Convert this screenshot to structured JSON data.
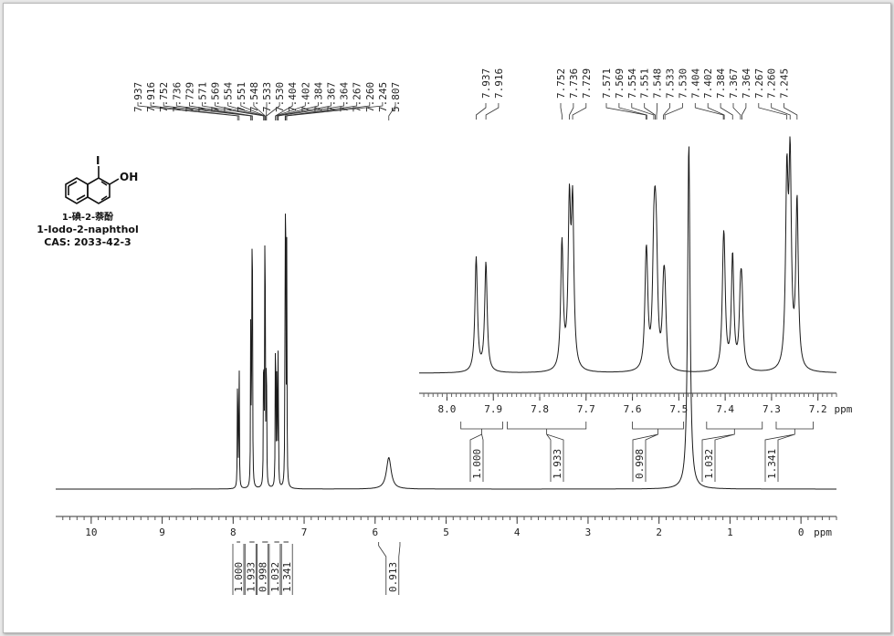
{
  "compound": {
    "name_cn": "1-碘-2-萘酚",
    "name_en": "1-Iodo-2-naphthol",
    "cas": "CAS: 2033-42-3",
    "atom_I": "I",
    "atom_OH": "OH"
  },
  "chart_data": [
    {
      "type": "line",
      "role": "main spectrum",
      "xlabel": "ppm",
      "xlim": [
        10.5,
        -0.5
      ],
      "xticks": [
        "10",
        "9",
        "8",
        "7",
        "6",
        "5",
        "4",
        "3",
        "2",
        "1",
        "0"
      ],
      "peak_labels_top": [
        "7.937",
        "7.916",
        "7.752",
        "7.736",
        "7.729",
        "7.571",
        "7.569",
        "7.554",
        "7.551",
        "7.548",
        "7.533",
        "7.530",
        "7.404",
        "7.402",
        "7.384",
        "7.367",
        "7.364",
        "7.267",
        "7.260",
        "7.245",
        "5.807"
      ],
      "peaks": [
        {
          "ppm": 7.937,
          "height": 0.45
        },
        {
          "ppm": 7.916,
          "height": 0.43
        },
        {
          "ppm": 7.752,
          "height": 0.5
        },
        {
          "ppm": 7.736,
          "height": 0.62
        },
        {
          "ppm": 7.729,
          "height": 0.62
        },
        {
          "ppm": 7.571,
          "height": 0.26
        },
        {
          "ppm": 7.569,
          "height": 0.26
        },
        {
          "ppm": 7.554,
          "height": 0.36
        },
        {
          "ppm": 7.551,
          "height": 0.36
        },
        {
          "ppm": 7.548,
          "height": 0.3
        },
        {
          "ppm": 7.533,
          "height": 0.24
        },
        {
          "ppm": 7.53,
          "height": 0.24
        },
        {
          "ppm": 7.404,
          "height": 0.3
        },
        {
          "ppm": 7.402,
          "height": 0.3
        },
        {
          "ppm": 7.384,
          "height": 0.45
        },
        {
          "ppm": 7.367,
          "height": 0.24
        },
        {
          "ppm": 7.364,
          "height": 0.24
        },
        {
          "ppm": 7.267,
          "height": 0.72
        },
        {
          "ppm": 7.26,
          "height": 0.78
        },
        {
          "ppm": 7.245,
          "height": 0.66
        },
        {
          "ppm": 5.807,
          "height": 0.09
        },
        {
          "ppm": 1.58,
          "height": 0.99
        }
      ],
      "integrals": [
        {
          "range": [
            7.95,
            7.9
          ],
          "value": "1.000"
        },
        {
          "range": [
            7.77,
            7.7
          ],
          "value": "1.933"
        },
        {
          "range": [
            7.59,
            7.51
          ],
          "value": "0.998"
        },
        {
          "range": [
            7.42,
            7.35
          ],
          "value": "1.032"
        },
        {
          "range": [
            7.29,
            7.22
          ],
          "value": "1.341"
        },
        {
          "range": [
            5.95,
            5.65
          ],
          "value": "0.913"
        }
      ]
    },
    {
      "type": "line",
      "role": "inset expansion",
      "xlabel": "ppm",
      "xlim": [
        8.06,
        7.16
      ],
      "xticks": [
        "8.0",
        "7.9",
        "7.8",
        "7.7",
        "7.6",
        "7.5",
        "7.4",
        "7.3",
        "7.2"
      ],
      "peak_labels_top": [
        "7.937",
        "7.916",
        "7.752",
        "7.736",
        "7.729",
        "7.571",
        "7.569",
        "7.554",
        "7.551",
        "7.548",
        "7.533",
        "7.530",
        "7.404",
        "7.402",
        "7.384",
        "7.367",
        "7.364",
        "7.267",
        "7.260",
        "7.245"
      ],
      "integrals": [
        {
          "range": [
            7.97,
            7.88
          ],
          "value": "1.000"
        },
        {
          "range": [
            7.87,
            7.7
          ],
          "value": "1.933"
        },
        {
          "range": [
            7.6,
            7.49
          ],
          "value": "0.998"
        },
        {
          "range": [
            7.44,
            7.32
          ],
          "value": "1.032"
        },
        {
          "range": [
            7.29,
            7.21
          ],
          "value": "1.341"
        }
      ]
    }
  ],
  "colors": {
    "line": "#1a1a1a",
    "background": "#ffffff",
    "frame": "#e8e8e8"
  }
}
